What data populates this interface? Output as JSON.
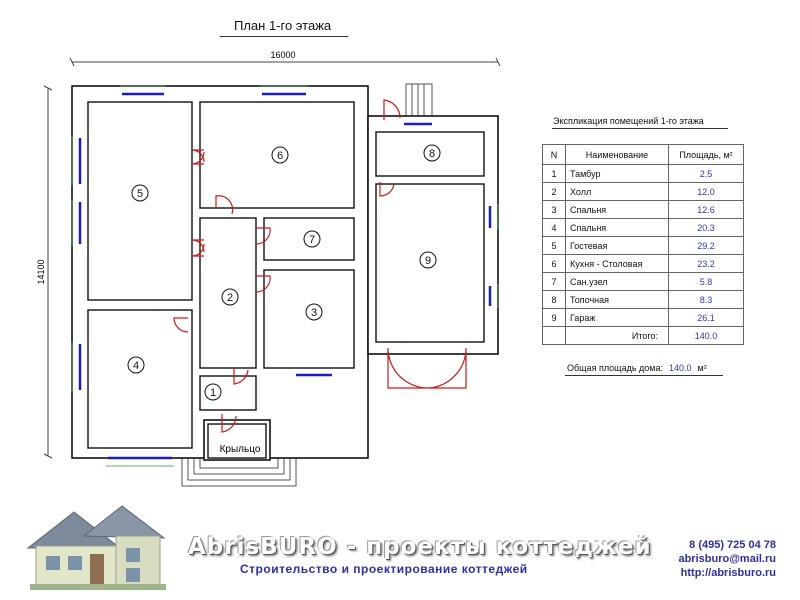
{
  "plan": {
    "title": "План 1-го этажа",
    "dim_width": "16000",
    "dim_height": "14100",
    "rooms": [
      {
        "num": "1"
      },
      {
        "num": "2"
      },
      {
        "num": "3"
      },
      {
        "num": "4"
      },
      {
        "num": "5"
      },
      {
        "num": "6"
      },
      {
        "num": "7"
      },
      {
        "num": "8"
      },
      {
        "num": "9"
      }
    ],
    "porch_label": "Крыльцо"
  },
  "explication": {
    "title": "Экспликация помещений 1-го этажа",
    "headers": {
      "n": "N",
      "name": "Наименование",
      "area": "Площадь, м²"
    },
    "rows": [
      {
        "n": "1",
        "name": "Тамбур",
        "area": "2.5"
      },
      {
        "n": "2",
        "name": "Холл",
        "area": "12.0"
      },
      {
        "n": "3",
        "name": "Спальня",
        "area": "12.6"
      },
      {
        "n": "4",
        "name": "Спальня",
        "area": "20.3"
      },
      {
        "n": "5",
        "name": "Гостевая",
        "area": "29.2"
      },
      {
        "n": "6",
        "name": "Кухня - Столовая",
        "area": "23.2"
      },
      {
        "n": "7",
        "name": "Сан.узел",
        "area": "5.8"
      },
      {
        "n": "8",
        "name": "Топочная",
        "area": "8.3"
      },
      {
        "n": "9",
        "name": "Гараж",
        "area": "26.1"
      }
    ],
    "total_label": "Итого:",
    "total_value": "140.0",
    "summary_label": "Общая площадь дома:",
    "summary_value": "140.0",
    "summary_unit": "м²"
  },
  "footer": {
    "brand": "AbrisBURO - проекты коттеджей",
    "tagline": "Строительство и проектирование коттеджей",
    "phone": "8 (495) 725 04 78",
    "email": "abrisburo@mail.ru",
    "site": "http://abrisburo.ru"
  },
  "colors": {
    "wall": "#ffffff",
    "window": "#1a1ad0",
    "door": "#d01818",
    "text_blue": "#2a30a8"
  }
}
